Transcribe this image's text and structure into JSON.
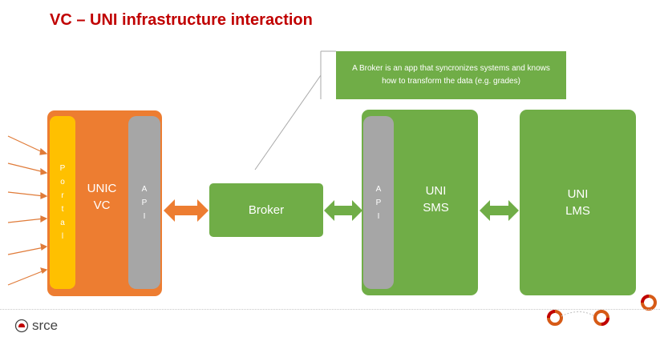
{
  "title": "VC – UNI infrastructure interaction",
  "callout": {
    "text": "A Broker is an app that syncronizes systems and knows how to transform the data (e.g. grades)"
  },
  "vc": {
    "portal_letters": [
      "P",
      "o",
      "r",
      "t",
      "a",
      "l"
    ],
    "api_letters": [
      "A",
      "P",
      "I"
    ],
    "label_line1": "UNIC",
    "label_line2": "VC"
  },
  "broker": {
    "label": "Broker"
  },
  "sms": {
    "api_letters": [
      "A",
      "P",
      "I"
    ],
    "label_line1": "UNI",
    "label_line2": "SMS"
  },
  "lms": {
    "label_line1": "UNI",
    "label_line2": "LMS"
  },
  "footer": {
    "logo_text": "srce"
  },
  "colors": {
    "title": "#c00000",
    "vc_orange": "#ed7d31",
    "portal_yellow": "#ffc000",
    "api_gray": "#a6a6a6",
    "uni_green": "#70ad47",
    "logo_red": "#c00000"
  }
}
